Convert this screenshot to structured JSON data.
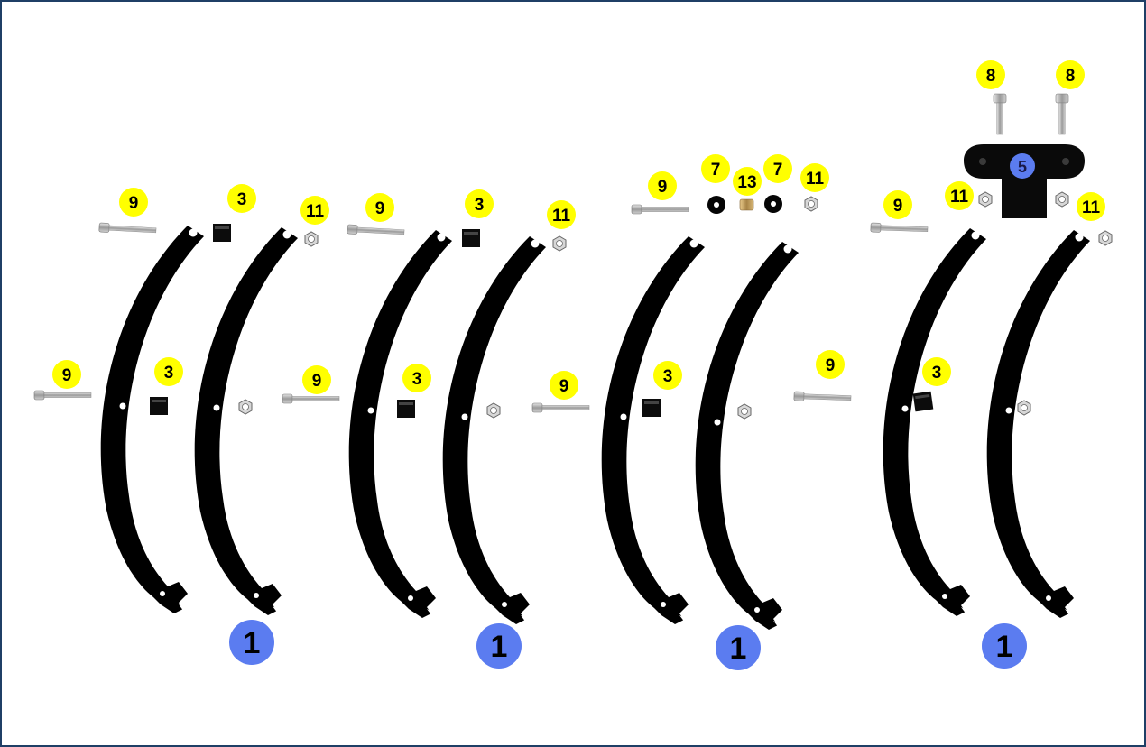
{
  "colors": {
    "frame_border": "#1f3f66",
    "part_label_fill": "#ffff00",
    "part_label_text": "#000000",
    "group_label_fill": "#5b7cf0",
    "group_label_text": "#000000",
    "part_black": "#000000",
    "metal": "#b4b4b4"
  },
  "groups": [
    {
      "group_label": "1",
      "labels": {
        "screw_top": "9",
        "spacer_top": "3",
        "nut_top": "11",
        "screw_mid": "9",
        "spacer_mid": "3"
      }
    },
    {
      "group_label": "1",
      "labels": {
        "screw_top": "9",
        "spacer_top": "3",
        "nut_top": "11",
        "screw_mid": "9",
        "spacer_mid": "3"
      }
    },
    {
      "group_label": "1",
      "labels": {
        "screw_top": "9",
        "washer_a": "7",
        "bushing": "13",
        "washer_b": "7",
        "nut_top": "11",
        "screw_mid": "9",
        "spacer_mid": "3"
      }
    },
    {
      "group_label": "1",
      "labels": {
        "screw_top": "9",
        "nut_left": "11",
        "nut_right": "11",
        "screw_mid": "9",
        "spacer_mid": "3"
      }
    }
  ],
  "bracket": {
    "label": "5",
    "screw_label_left": "8",
    "screw_label_right": "8"
  }
}
